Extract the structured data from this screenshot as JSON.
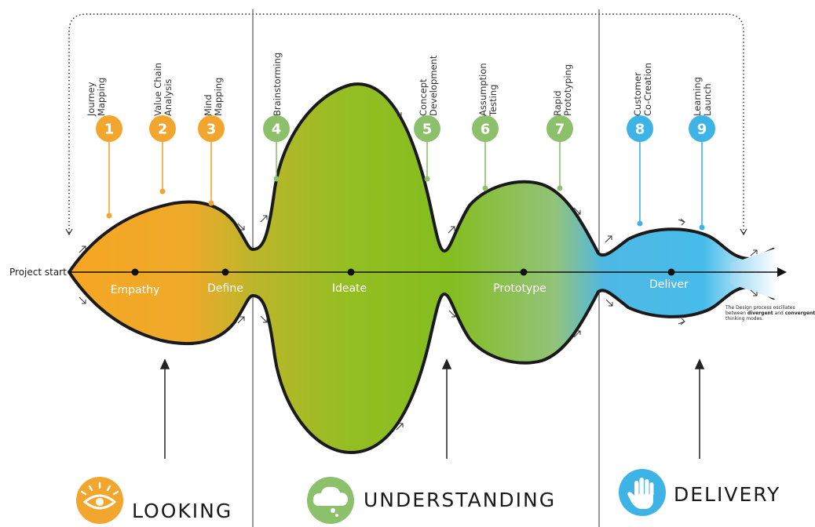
{
  "start_label": "Project start",
  "phases": [
    {
      "label": "Empathy"
    },
    {
      "label": "Define"
    },
    {
      "label": "Ideate"
    },
    {
      "label": "Prototype"
    },
    {
      "label": "Deliver"
    }
  ],
  "methods": [
    {
      "number": "1",
      "lines": [
        "Journey",
        "Mapping"
      ],
      "color": "#F2A62E"
    },
    {
      "number": "2",
      "lines": [
        "Value Chain",
        "Analysis"
      ],
      "color": "#F2A62E"
    },
    {
      "number": "3",
      "lines": [
        "Mind",
        "Mapping"
      ],
      "color": "#F2A62E"
    },
    {
      "number": "4",
      "lines": [
        "Brainstorming"
      ],
      "color": "#8DC06B"
    },
    {
      "number": "5",
      "lines": [
        "Concept",
        "Development"
      ],
      "color": "#8DC06B"
    },
    {
      "number": "6",
      "lines": [
        "Assumption",
        "Testing"
      ],
      "color": "#8DC06B"
    },
    {
      "number": "7",
      "lines": [
        "Rapid",
        "Prototyping"
      ],
      "color": "#8DC06B"
    },
    {
      "number": "8",
      "lines": [
        "Customer",
        "Co-Creation"
      ],
      "color": "#3DB3E6"
    },
    {
      "number": "9",
      "lines": [
        "Learning",
        "Launch"
      ],
      "color": "#3DB3E6"
    }
  ],
  "sections": [
    {
      "label": "LOOKING",
      "icon": "eye-icon",
      "color": "#F2A62E"
    },
    {
      "label": "UNDERSTANDING",
      "icon": "thought-bubble-icon",
      "color": "#8DC06B"
    },
    {
      "label": "DELIVERY",
      "icon": "hand-icon",
      "color": "#3DB3E6"
    }
  ],
  "note": {
    "line1": "The Design process oscillates",
    "line2_prefix": "between ",
    "divergent": "divergent",
    "and": " and ",
    "convergent": "convergent",
    "line3": "thinking modes."
  },
  "colors": {
    "orange": "#F2A62E",
    "green": "#84BD1F",
    "light_green": "#8DC06B",
    "blue": "#3DB3E6",
    "outline": "#1a1a1a"
  }
}
